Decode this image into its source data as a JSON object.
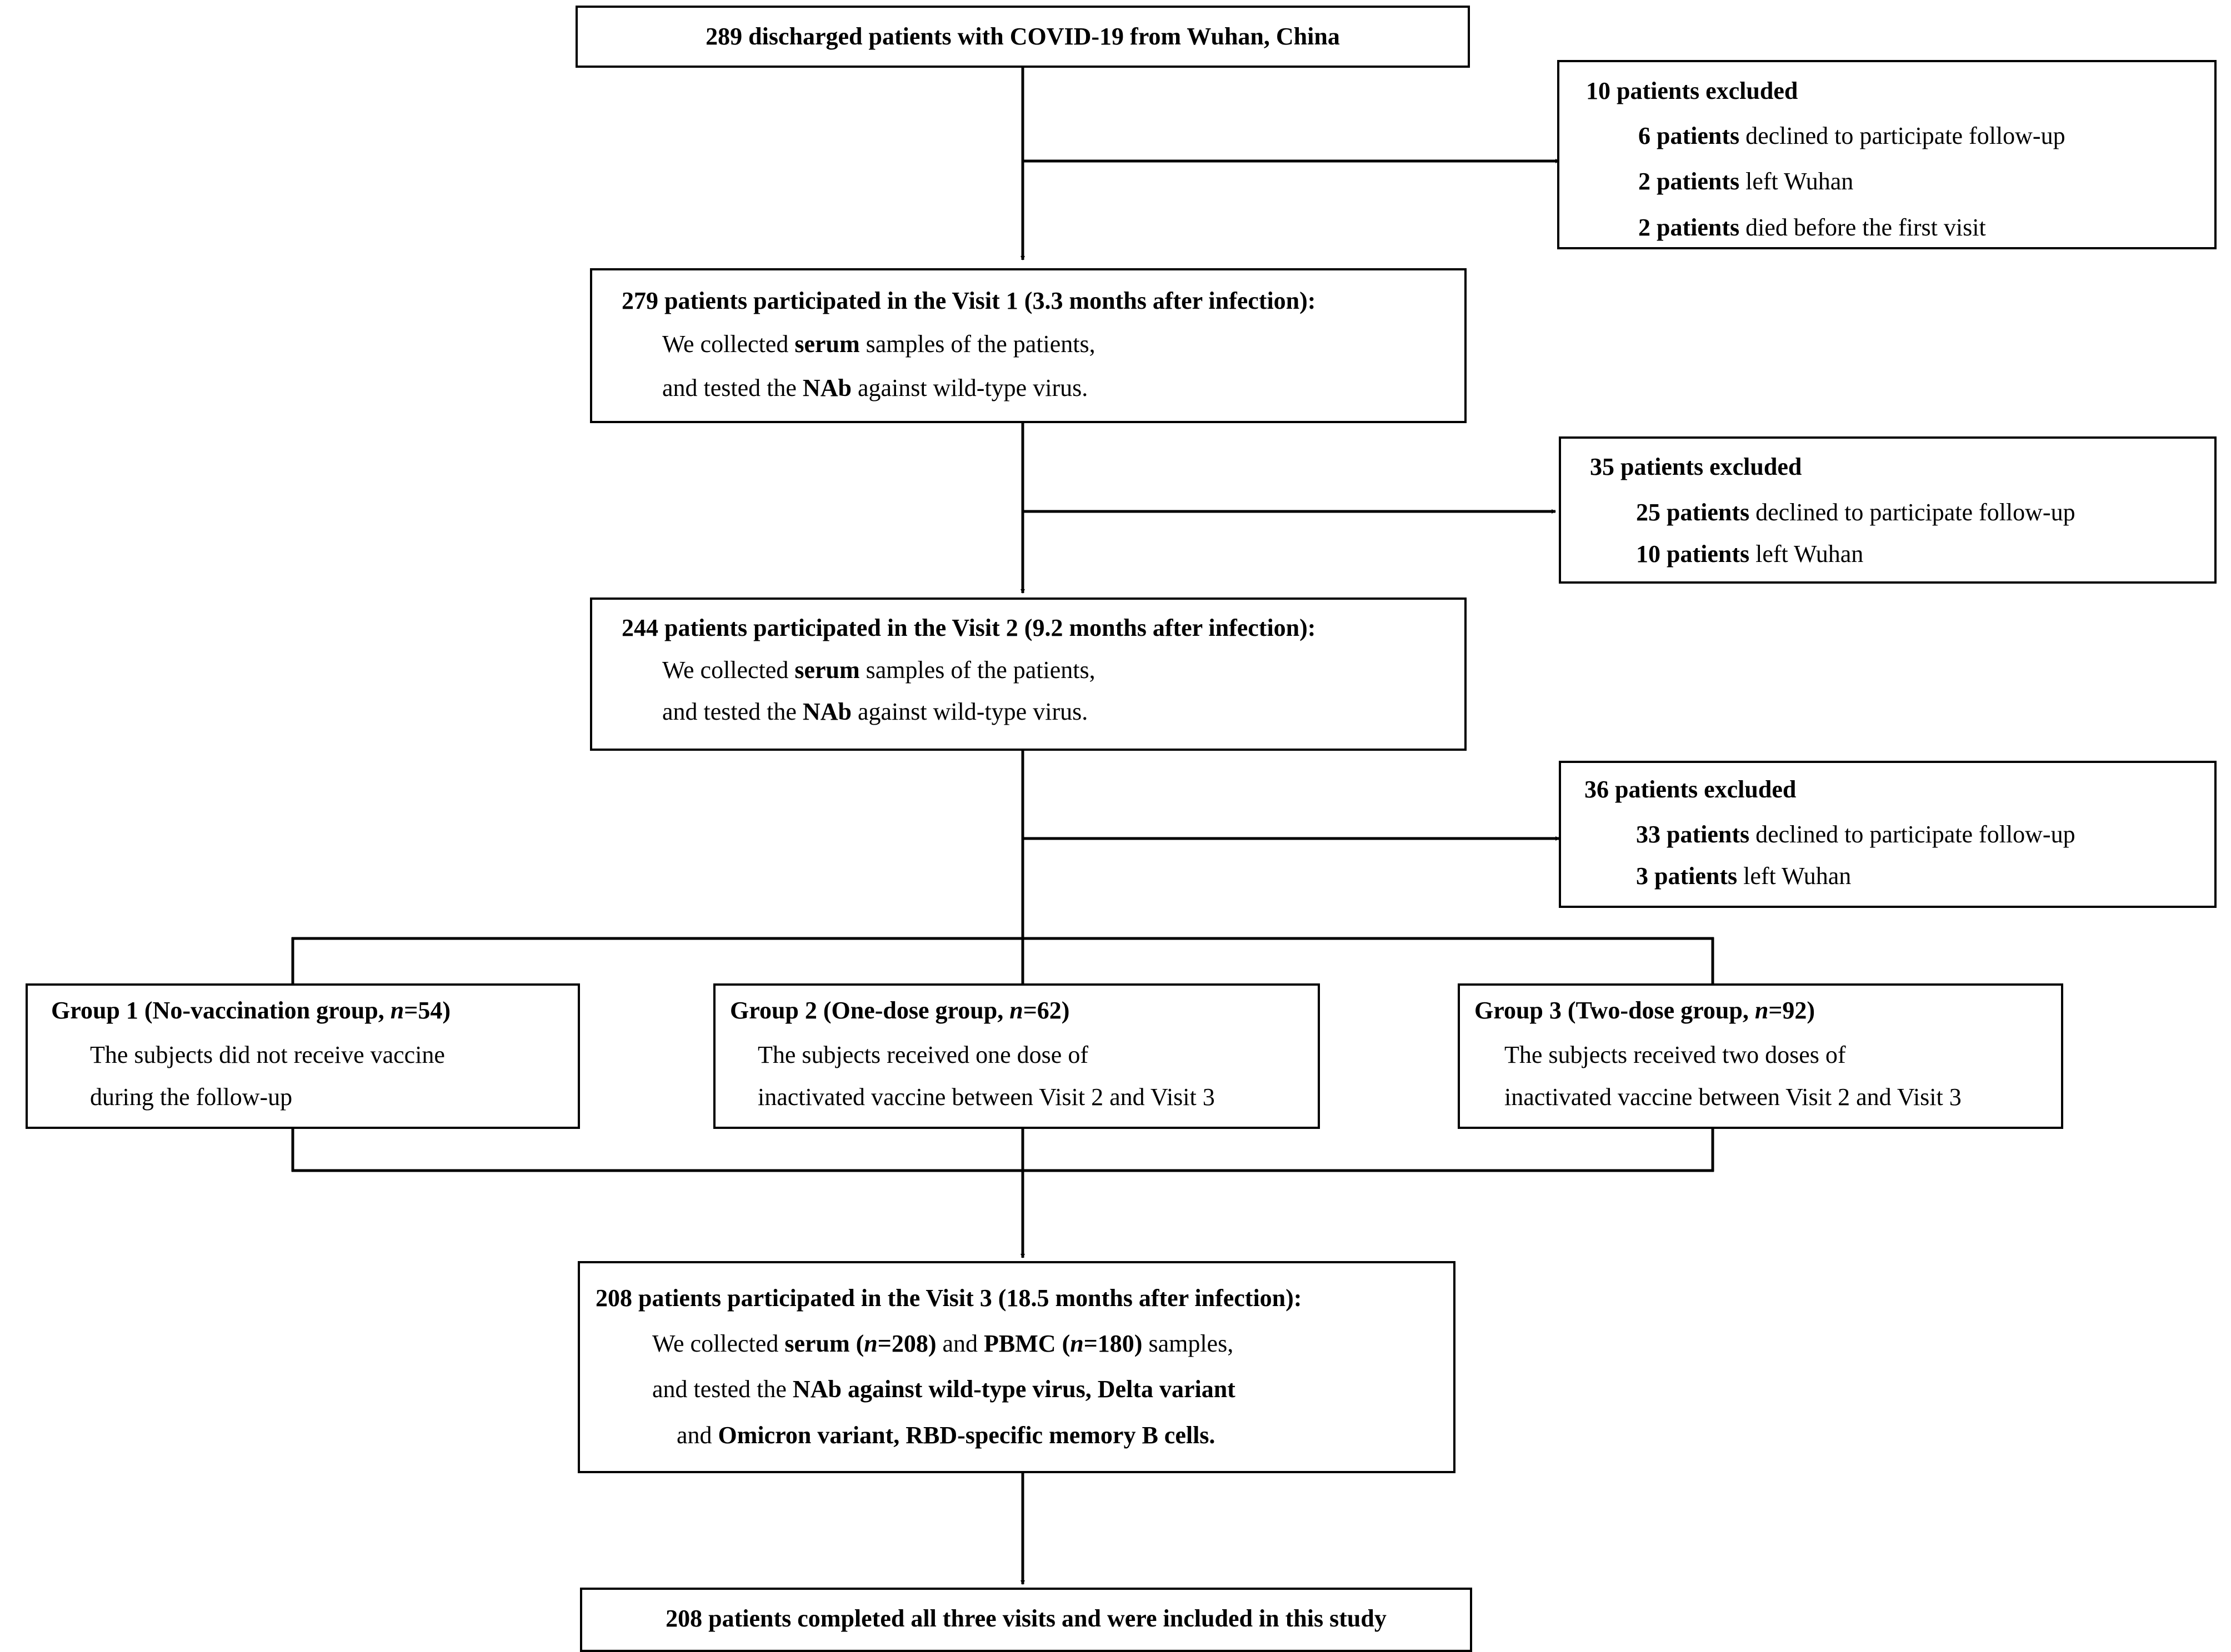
{
  "box_start": {
    "text": "289 discharged patients with COVID-19 from Wuhan, China"
  },
  "exclusion_1": {
    "title": "10 patients excluded",
    "items": [
      {
        "count": "6 patients",
        "reason": " declined to participate follow-up"
      },
      {
        "count": "2 patients",
        "reason": " left Wuhan"
      },
      {
        "count": "2 patients",
        "reason": " died before the first visit"
      }
    ]
  },
  "visit_1": {
    "title": "279 patients participated in the Visit 1 (3.3 months after infection):",
    "l1_pre": "We collected ",
    "l1_bold": "serum",
    "l1_post": " samples of the patients,",
    "l2_pre": "and tested the ",
    "l2_bold": "NAb",
    "l2_post": " against wild-type virus."
  },
  "exclusion_2": {
    "title": "35 patients excluded",
    "items": [
      {
        "count": "25 patients",
        "reason": " declined to participate follow-up"
      },
      {
        "count": "10 patients",
        "reason": " left Wuhan"
      }
    ]
  },
  "visit_2": {
    "title": "244 patients participated in the Visit 2 (9.2 months after infection):",
    "l1_pre": "We collected ",
    "l1_bold": "serum",
    "l1_post": " samples of the patients,",
    "l2_pre": "and tested the ",
    "l2_bold": "NAb",
    "l2_post": " against wild-type virus."
  },
  "exclusion_3": {
    "title": "36 patients excluded",
    "items": [
      {
        "count": "33 patients",
        "reason": " declined to participate follow-up"
      },
      {
        "count": "3 patients",
        "reason": " left Wuhan"
      }
    ]
  },
  "groups": [
    {
      "title_pre": "Group 1 (No-vaccination group, ",
      "n_label": "n",
      "title_post": "=54)",
      "line1": "The subjects did not receive vaccine",
      "line2": "during the follow-up"
    },
    {
      "title_pre": "Group 2 (One-dose group, ",
      "n_label": "n",
      "title_post": "=62)",
      "line1": "The subjects received one dose of",
      "line2": "inactivated vaccine between Visit 2 and Visit 3"
    },
    {
      "title_pre": "Group 3 (Two-dose group, ",
      "n_label": "n",
      "title_post": "=92)",
      "line1": "The subjects received two doses of",
      "line2": "inactivated vaccine between Visit 2 and Visit 3"
    }
  ],
  "visit_3": {
    "title": "208 patients participated in the Visit 3 (18.5 months after infection):",
    "l1_a": "We collected ",
    "l1_b": "serum (",
    "l1_c": "n",
    "l1_d": "=208)",
    "l1_e": " and ",
    "l1_f": "PBMC (",
    "l1_g": "n",
    "l1_h": "=180)",
    "l1_i": " samples,",
    "l2_a": "and tested the ",
    "l2_b": "NAb against wild-type virus, Delta variant",
    "l3_a": "and ",
    "l3_b": "Omicron variant, RBD-specific memory B cells."
  },
  "box_final": {
    "text": "208 patients completed all three visits and were included in this study"
  }
}
